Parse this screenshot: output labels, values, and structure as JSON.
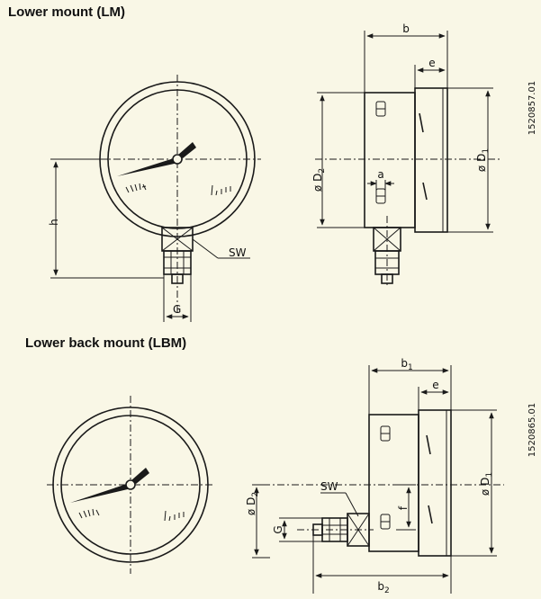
{
  "sections": {
    "lm_title": "Lower mount (LM)",
    "lbm_title": "Lower back mount (LBM)"
  },
  "lm_labels": {
    "b": "b",
    "e": "e",
    "a": "a",
    "d1": "ø D",
    "d1_sub": "1",
    "d2": "ø D",
    "d2_sub": "2",
    "h": "h",
    "sw": "SW",
    "g": "G",
    "code": "1520857.01"
  },
  "lbm_labels": {
    "b1": "b",
    "b1_sub": "1",
    "b2": "b",
    "b2_sub": "2",
    "e": "e",
    "f": "f",
    "d1": "ø D",
    "d1_sub": "1",
    "d2": "ø D",
    "d2_sub": "2",
    "sw": "SW",
    "g": "G",
    "code": "1520865.01"
  },
  "colors": {
    "background": "#f9f7e6",
    "line": "#1a1a1a"
  }
}
